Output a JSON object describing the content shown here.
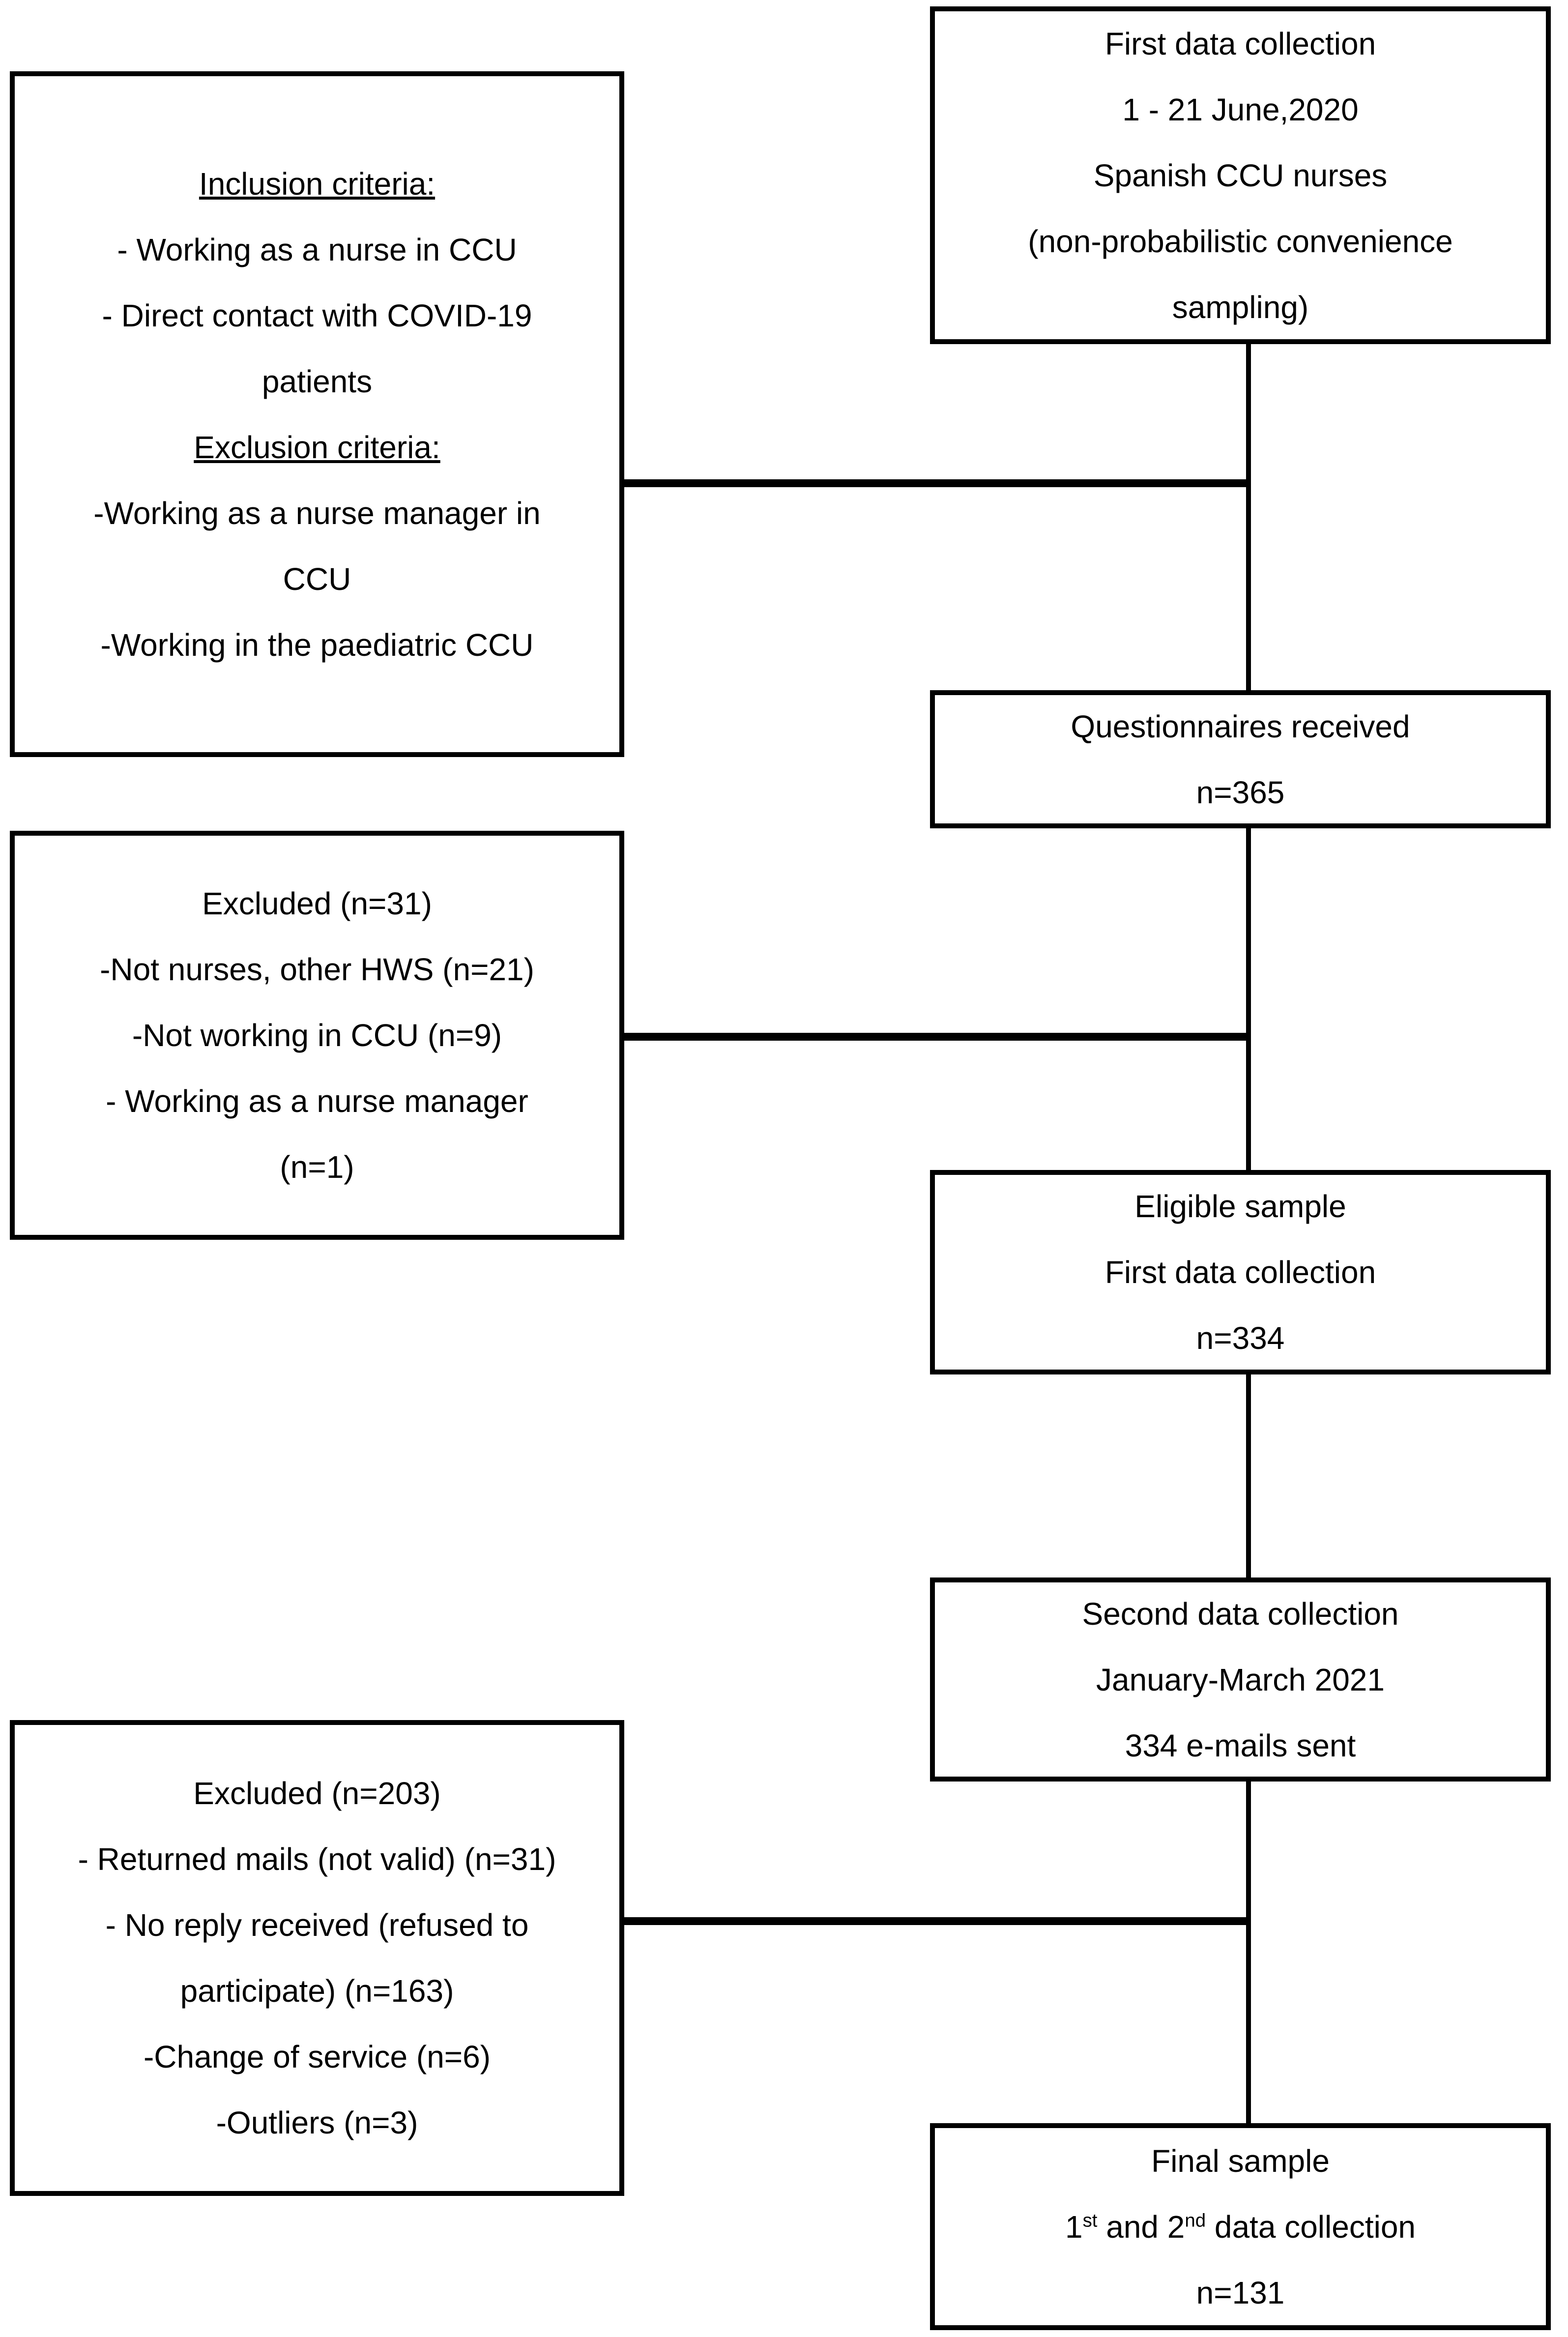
{
  "colors": {
    "background": "#ffffff",
    "line": "#000000",
    "text": "#000000"
  },
  "boxes": {
    "criteria": {
      "lines": [
        "Inclusion criteria:",
        "- Working as a nurse in CCU",
        "- Direct contact with COVID-19",
        "patients",
        "Exclusion criteria:",
        "-Working as a nurse manager in",
        "CCU",
        "-Working in the paediatric CCU"
      ]
    },
    "first_data_collection": {
      "lines": [
        "First data collection",
        "1 - 21 June,2020",
        "Spanish CCU nurses",
        "(non-probabilistic convenience",
        "sampling)"
      ]
    },
    "questionnaires_received": {
      "lines": [
        "Questionnaires received",
        "n=365"
      ]
    },
    "excluded_first": {
      "lines": [
        "Excluded (n=31)",
        "-Not nurses, other HWS (n=21)",
        "-Not working in CCU (n=9)",
        "- Working as a nurse manager",
        "(n=1)"
      ]
    },
    "eligible_sample": {
      "lines": [
        "Eligible sample",
        "First data collection",
        "n=334"
      ]
    },
    "second_data_collection": {
      "lines": [
        "Second data collection",
        "January-March 2021",
        "334 e-mails sent"
      ]
    },
    "excluded_second": {
      "lines": [
        "Excluded (n=203)",
        "- Returned mails (not valid) (n=31)",
        "- No reply received (refused to",
        "participate) (n=163)",
        "-Change of service (n=6)",
        "-Outliers (n=3)"
      ]
    },
    "final_sample": {
      "line1": "Final sample",
      "line2": {
        "t1": "1",
        "sup1": "st",
        "t2": " and 2",
        "sup2": "nd",
        "t3": " data collection"
      },
      "line3": "n=131"
    }
  }
}
